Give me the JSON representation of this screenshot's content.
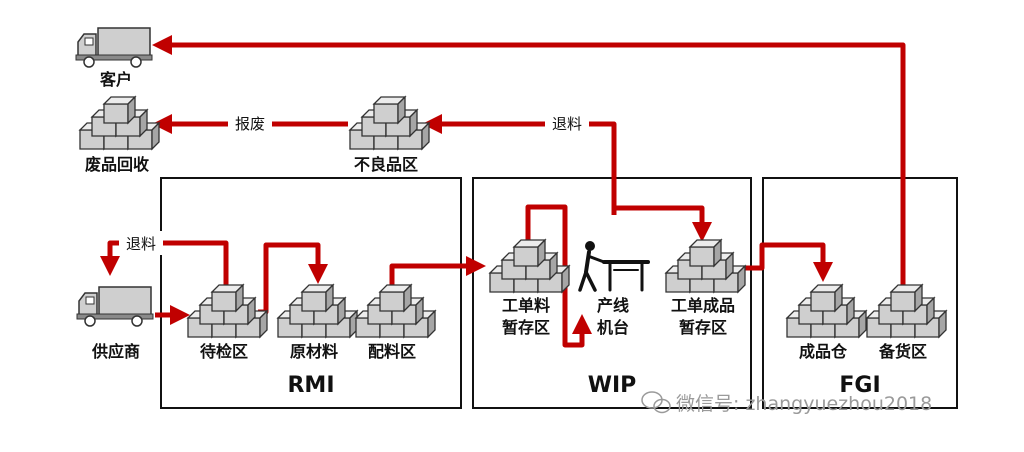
{
  "nodes": {
    "customer": "客户",
    "scrap_recycle": "废品回收",
    "defect_area": "不良品区",
    "supplier": "供应商",
    "inspection": "待检区",
    "raw_material": "原材料",
    "kitting": "配料区",
    "wo_material_l1": "工单料",
    "wo_material_l2": "暂存区",
    "line_l1": "产线",
    "line_l2": "机台",
    "wo_finished_l1": "工单成品",
    "wo_finished_l2": "暂存区",
    "finished_wh": "成品仓",
    "staging": "备货区"
  },
  "areas": {
    "rmi": "RMI",
    "wip": "WIP",
    "fgi": "FGI"
  },
  "flow_labels": {
    "scrap": "报废",
    "return_top": "退料",
    "return_left": "退料"
  },
  "watermark": "微信号: zhangyuezhou2018",
  "colors": {
    "flow": "#c00000",
    "box_fill": "#d0d0d0",
    "box_stroke": "#333333"
  }
}
